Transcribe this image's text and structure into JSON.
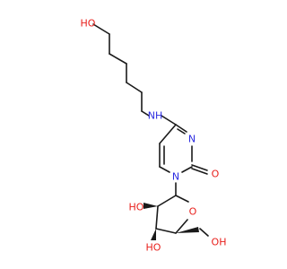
{
  "molecule": {
    "labels": {
      "ho_chain_end": "HO",
      "nh_amine": "NH",
      "n_ring_top": "N",
      "n_ring_glyco": "N",
      "carbonyl_o": "O",
      "ring_o": "O",
      "oh_c2": "HO",
      "oh_c3": "HO",
      "oh_c5": "OH"
    },
    "colors": {
      "bond": "#1a1a1a",
      "oxygen": "#e8201c",
      "nitrogen": "#2a2ae0",
      "background": "#ffffff"
    }
  }
}
